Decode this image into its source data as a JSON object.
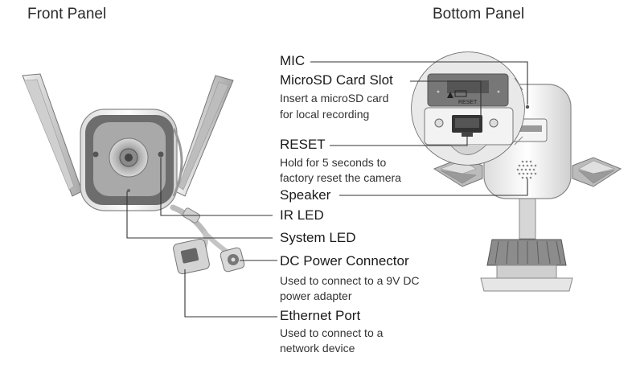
{
  "front_panel": {
    "title": "Front Panel"
  },
  "bottom_panel": {
    "title": "Bottom Panel"
  },
  "callouts": [
    {
      "key": "mic",
      "label": "MIC",
      "description": []
    },
    {
      "key": "microsd",
      "label": "MicroSD Card Slot",
      "description": [
        "Insert a microSD card",
        "for local recording"
      ]
    },
    {
      "key": "reset",
      "label": "RESET",
      "description": [
        "Hold for 5 seconds to",
        "factory reset the camera"
      ]
    },
    {
      "key": "speaker",
      "label": "Speaker",
      "description": []
    },
    {
      "key": "irled",
      "label": "IR LED",
      "description": []
    },
    {
      "key": "sysled",
      "label": "System LED",
      "description": []
    },
    {
      "key": "dc",
      "label": "DC Power Connector",
      "description": [
        "Used to connect to a 9V DC",
        "power adapter"
      ]
    },
    {
      "key": "eth",
      "label": "Ethernet Port",
      "description": [
        "Used to connect to a",
        "network device"
      ]
    }
  ],
  "zoom_inset": {
    "reset_text": "RESET"
  }
}
